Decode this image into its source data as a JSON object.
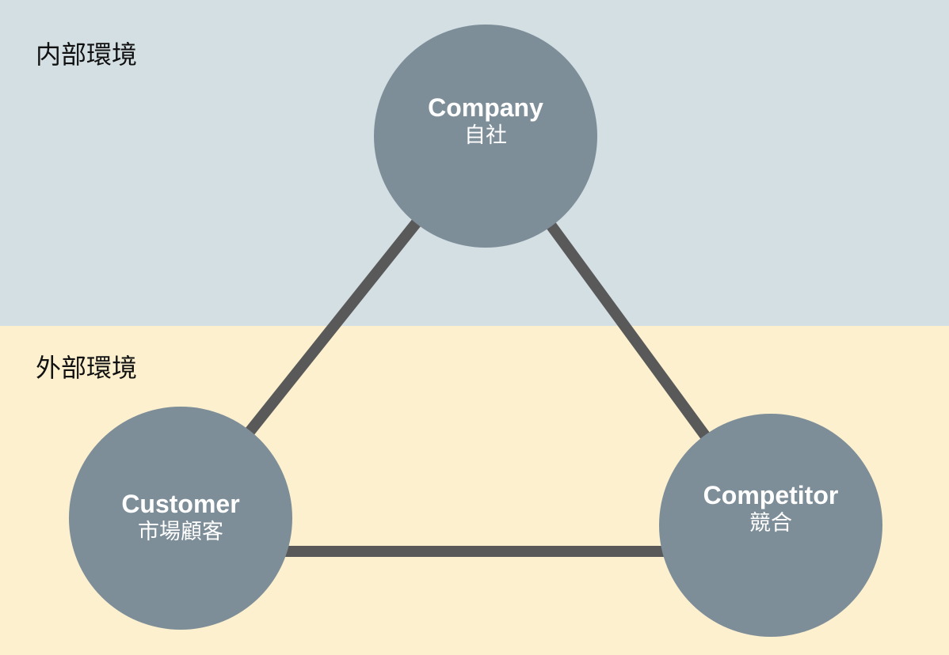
{
  "colors": {
    "internal_band": "#d4dfe4",
    "external_band": "#fcf0cf",
    "node_fill": "#7e8e99",
    "connector": "#595959",
    "node_text": "#ffffff",
    "band_text": "#111111"
  },
  "bands": {
    "internal": {
      "label": "内部環境"
    },
    "external": {
      "label": "外部環境"
    }
  },
  "nodes": {
    "company": {
      "title": "Company",
      "subtitle": "自社"
    },
    "customer": {
      "title": "Customer",
      "subtitle": "市場顧客"
    },
    "competitor": {
      "title": "Competitor",
      "subtitle": "競合"
    }
  },
  "connections": [
    {
      "from": "company",
      "to": "customer"
    },
    {
      "from": "company",
      "to": "competitor"
    },
    {
      "from": "customer",
      "to": "competitor"
    }
  ]
}
